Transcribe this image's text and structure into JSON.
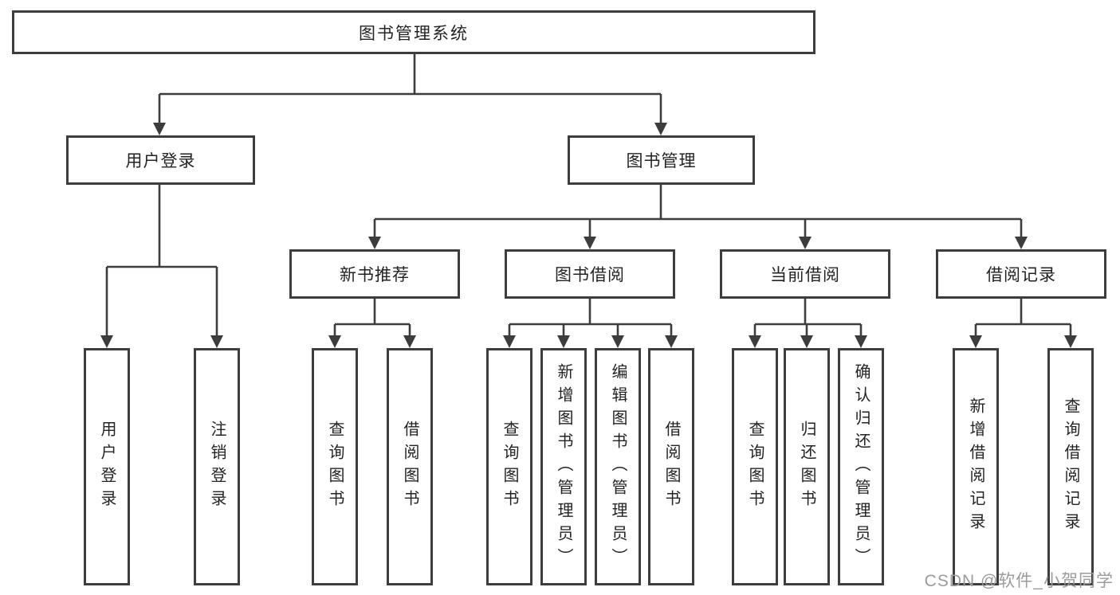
{
  "diagram": {
    "root": {
      "label": "图书管理系统"
    },
    "level2": {
      "user_login": {
        "label": "用户登录"
      },
      "book_mgmt": {
        "label": "图书管理"
      }
    },
    "level3": {
      "new_books": {
        "label": "新书推荐"
      },
      "book_borrow": {
        "label": "图书借阅"
      },
      "current_borrow": {
        "label": "当前借阅"
      },
      "borrow_records": {
        "label": "借阅记录"
      }
    },
    "leaves": {
      "user_login": [
        "用户登录",
        "注销登录"
      ],
      "new_books": [
        "查询图书",
        "借阅图书"
      ],
      "book_borrow": [
        "查询图书",
        "新增图书（管理员）",
        "编辑图书（管理员）",
        "借阅图书"
      ],
      "current_borrow": [
        "查询图书",
        "归还图书",
        "确认归还（管理员）"
      ],
      "borrow_records": [
        "新增借阅记录",
        "查询借阅记录"
      ]
    }
  },
  "watermark": {
    "text": "CSDN @软件_小贺同学"
  },
  "colors": {
    "line": "#3d3d3d",
    "border": "#3d3d3d",
    "text": "#232323",
    "watermark": "#9b9b9b",
    "background": "#ffffff"
  }
}
